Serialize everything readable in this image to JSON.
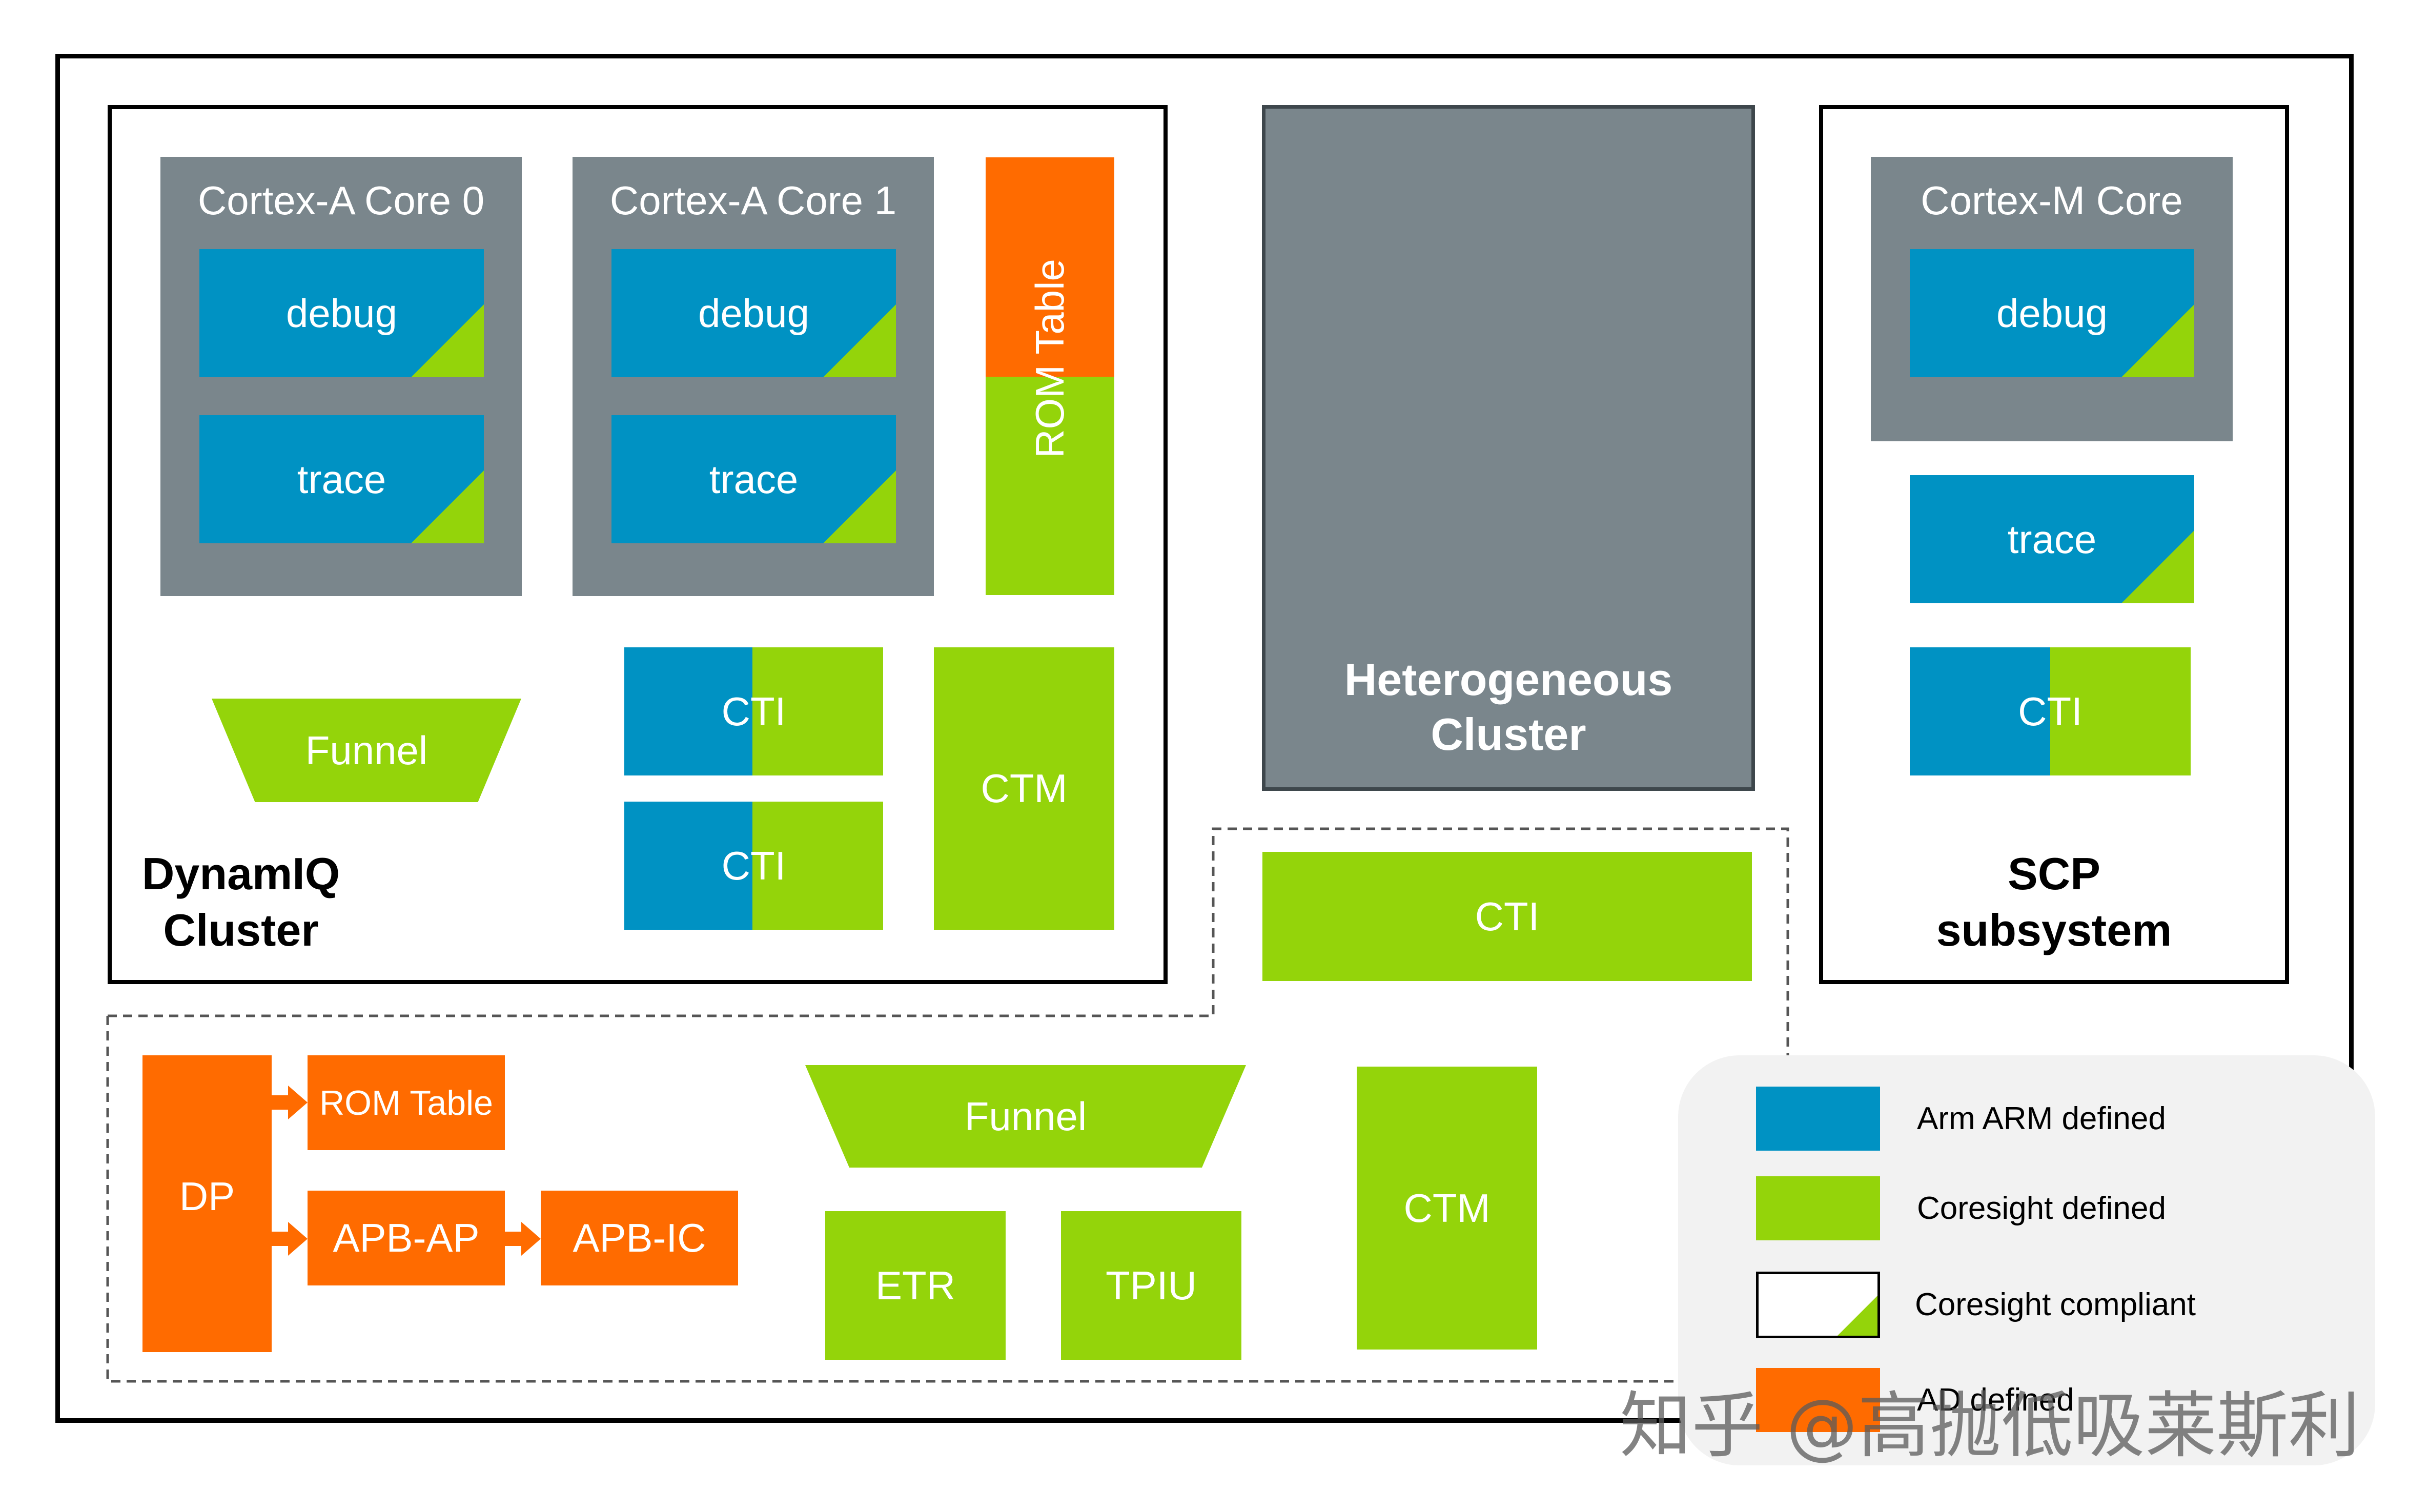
{
  "dynamiq": {
    "title_line1": "DynamIQ",
    "title_line2": "Cluster",
    "core0": {
      "title": "Cortex-A Core 0",
      "debug": "debug",
      "trace": "trace"
    },
    "core1": {
      "title": "Cortex-A Core 1",
      "debug": "debug",
      "trace": "trace"
    },
    "rom_table": "ROM Table",
    "funnel": "Funnel",
    "cti_1": "CTI",
    "cti_2": "CTI",
    "ctm": "CTM"
  },
  "heterogeneous": {
    "title_line1": "Heterogeneous",
    "title_line2": "Cluster",
    "cti": "CTI"
  },
  "scp": {
    "title_line1": "SCP",
    "title_line2": "subsystem",
    "core": {
      "title": "Cortex-M Core",
      "debug": "debug"
    },
    "trace": "trace",
    "cti": "CTI"
  },
  "debug_system": {
    "dp": "DP",
    "rom_table": "ROM Table",
    "apb_ap": "APB-AP",
    "apb_ic": "APB-IC",
    "funnel": "Funnel",
    "etr": "ETR",
    "tpiu": "TPIU",
    "ctm": "CTM"
  },
  "legend": {
    "items": [
      {
        "label": "Arm ARM defined",
        "color": "#0092c3"
      },
      {
        "label": "Coresight defined",
        "color": "#94d40a"
      },
      {
        "label": "Coresight compliant",
        "color": "#ffffff"
      },
      {
        "label": "AD defined",
        "color": "#ff6b00"
      }
    ]
  },
  "watermark": "知乎 @高抛低吸莱斯利",
  "colors": {
    "arm_blue": "#0092c3",
    "coresight_green": "#94d40a",
    "ad_orange": "#ff6b00",
    "cluster_grey": "#7a868c"
  }
}
